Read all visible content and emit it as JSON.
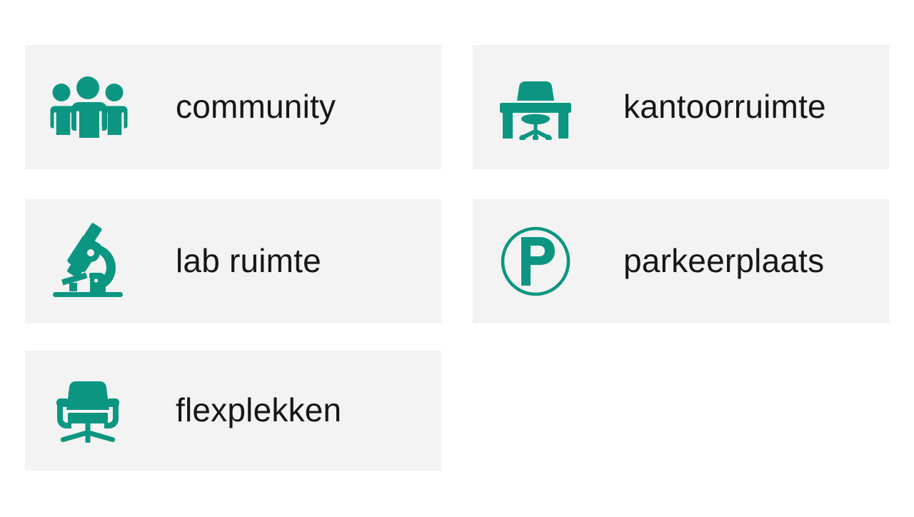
{
  "theme": {
    "page_background": "#ffffff",
    "card_background": "#f3f3f3",
    "icon_color": "#0c9681",
    "label_color": "#161616"
  },
  "cards": [
    {
      "id": "community",
      "label": "community",
      "icon": "people-group-icon",
      "column": "left",
      "row": 1
    },
    {
      "id": "kantoorruimte",
      "label": "kantoorruimte",
      "icon": "desk-chair-icon",
      "column": "right",
      "row": 1
    },
    {
      "id": "lab-ruimte",
      "label": "lab ruimte",
      "icon": "microscope-icon",
      "column": "left",
      "row": 2
    },
    {
      "id": "parkeerplaats",
      "label": "parkeerplaats",
      "icon": "parking-p-circle-icon",
      "column": "right",
      "row": 2
    },
    {
      "id": "flexplekken",
      "label": "flexplekken",
      "icon": "office-chair-icon",
      "column": "left",
      "row": 3
    }
  ]
}
